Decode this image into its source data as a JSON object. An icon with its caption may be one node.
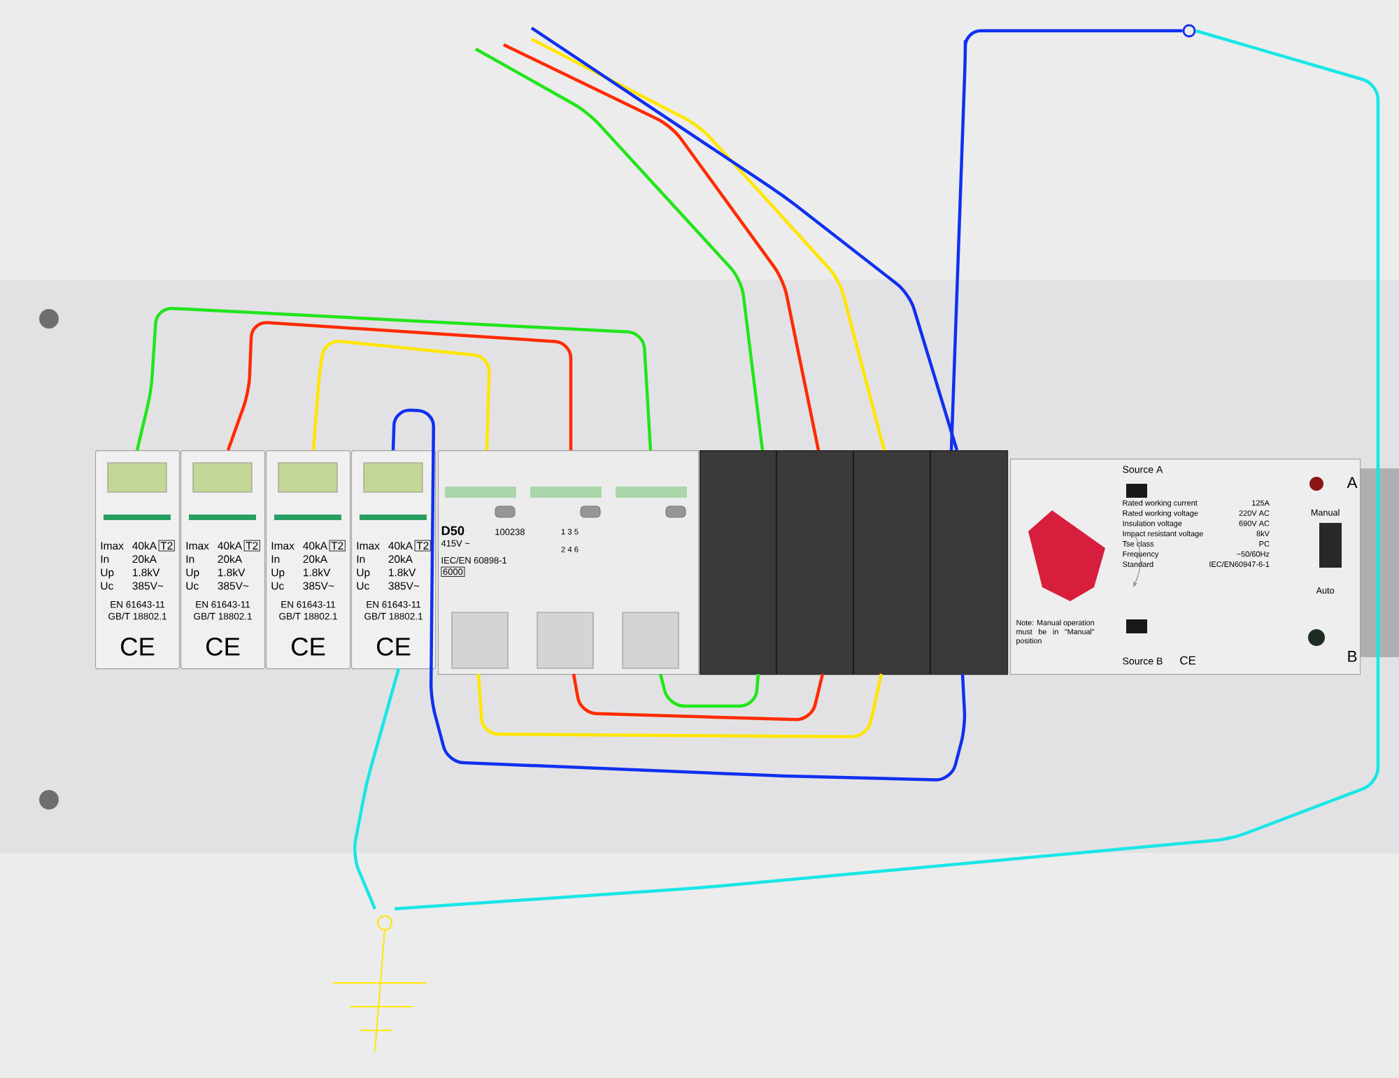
{
  "diagram": {
    "nodes": [
      {
        "text": [
          "Imax",
          "40kA",
          "T2",
          "In",
          "20kA",
          "Up",
          "1.8kV",
          "Uc",
          "385V~",
          "EN 61643-11",
          "GB/T 18802.1",
          "CE"
        ]
      },
      {
        "text": [
          "Imax",
          "40kA",
          "T2",
          "In",
          "20kA",
          "Up",
          "1.8kV",
          "Uc",
          "385V~",
          "EN 61643-11",
          "GB/T 18802.1",
          "CE"
        ]
      },
      {
        "text": [
          "Imax",
          "40kA",
          "T2",
          "In",
          "20kA",
          "Up",
          "1.8kV",
          "Uc",
          "385V~",
          "EN 61643-11",
          "GB/T 18802.1",
          "CE"
        ]
      },
      {
        "text": [
          "Imax",
          "40kA",
          "T2",
          "In",
          "20kA",
          "Up",
          "1.8kV",
          "Uc",
          "385V~",
          "EN 61643-11",
          "GB/T 18802.1",
          "CE"
        ]
      },
      {
        "text": [
          "D50",
          "100238",
          "415V ~",
          "IEC/EN 60898-1",
          "6000",
          "1 3 5",
          "2 4 6"
        ]
      },
      {
        "text": [],
        "shape": "box"
      },
      {
        "text": [
          "Source A",
          "Rated working current",
          "125A",
          "Rated working voltage",
          "220V AC",
          "Insulation voltage",
          "690V AC",
          "Impact resistant voltage",
          "8kV",
          "Tse class",
          "PC",
          "Frequency",
          "~50/60Hz",
          "Standard",
          "IEC/EN60947-6-1",
          "Source B",
          "CE",
          "A",
          "Manual",
          "Auto",
          "B",
          "Note: Manual operation must be in \"Manual\" position"
        ]
      },
      {
        "text": [],
        "shape": "ground"
      },
      {
        "text": [],
        "shape": "circle"
      }
    ],
    "edges": [
      {
        "from": 0,
        "to": 4,
        "arrow": "none",
        "color": "#22e51a"
      },
      {
        "from": 1,
        "to": 4,
        "arrow": "none",
        "color": "#ff2a00"
      },
      {
        "from": 2,
        "to": 4,
        "arrow": "none",
        "color": "#ffe600"
      },
      {
        "from": 3,
        "to": 5,
        "arrow": "none",
        "color": "#1030f0"
      },
      {
        "from": 4,
        "to": 5,
        "arrow": "none",
        "color": "#ffe600"
      },
      {
        "from": 4,
        "to": 5,
        "arrow": "none",
        "color": "#ff2a00"
      },
      {
        "from": 4,
        "to": 5,
        "arrow": "none",
        "color": "#22e51a"
      },
      {
        "from": null,
        "to": 5,
        "arrow": "none",
        "color": "#22e51a"
      },
      {
        "from": null,
        "to": 5,
        "arrow": "none",
        "color": "#ff2a00"
      },
      {
        "from": null,
        "to": 5,
        "arrow": "none",
        "color": "#ffe600"
      },
      {
        "from": null,
        "to": 5,
        "arrow": "none",
        "color": "#1030f0"
      },
      {
        "from": 5,
        "to": 8,
        "arrow": "none",
        "color": "#1030f0"
      },
      {
        "from": 8,
        "to": 7,
        "arrow": "none",
        "color": "#18e6e6"
      },
      {
        "from": 3,
        "to": 7,
        "arrow": "none",
        "color": "#18e6e6"
      }
    ]
  }
}
